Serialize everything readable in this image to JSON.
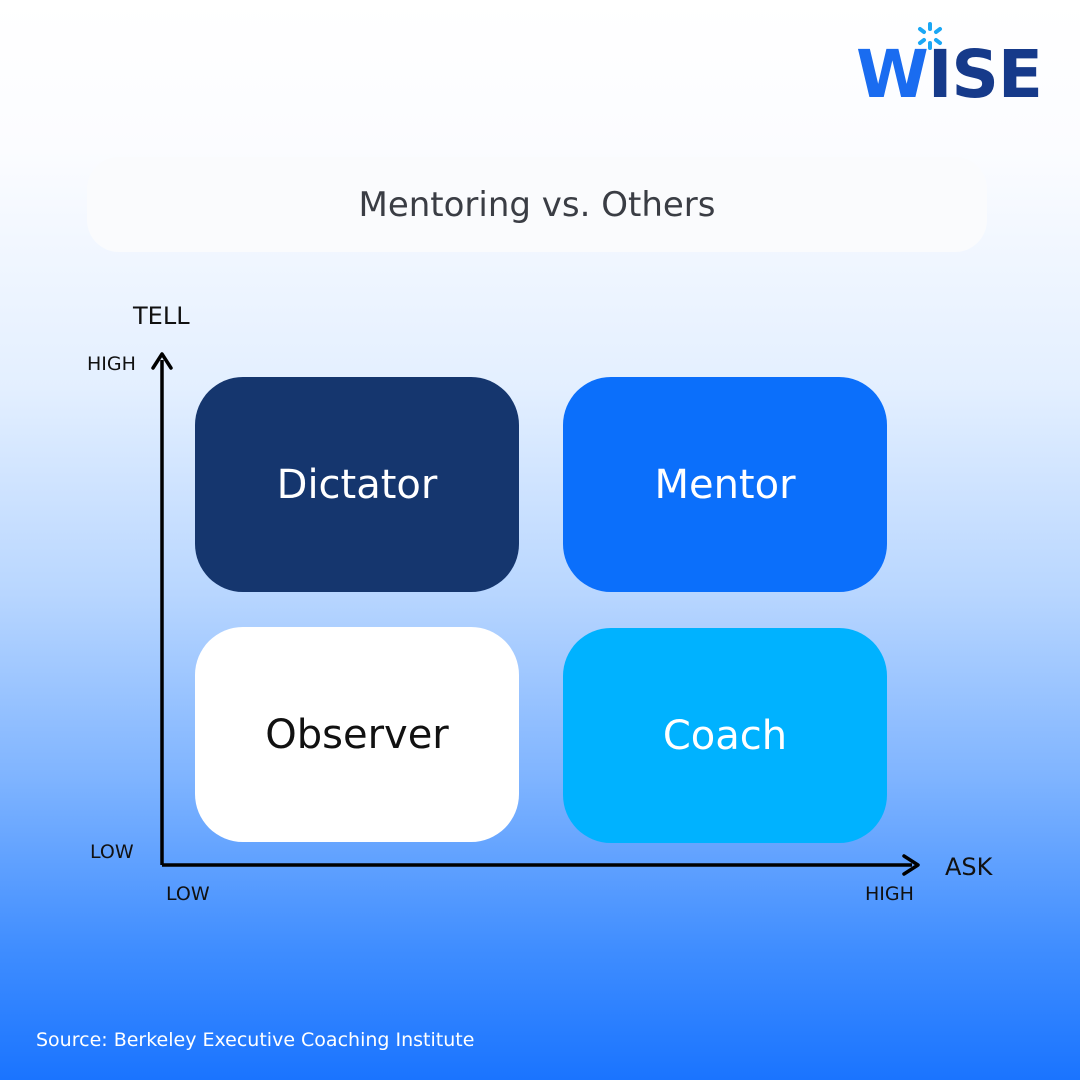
{
  "logo": {
    "prefix": "W",
    "rest": "ISE"
  },
  "title": "Mentoring vs. Others",
  "y_axis": {
    "label": "TELL",
    "high": "HIGH",
    "low": "LOW"
  },
  "x_axis": {
    "label": "ASK",
    "high": "HIGH",
    "low": "LOW"
  },
  "quadrants": {
    "top_left": {
      "label": "Dictator",
      "color": "#15366e"
    },
    "top_right": {
      "label": "Mentor",
      "color": "#0b6ffb"
    },
    "bottom_left": {
      "label": "Observer",
      "color": "#ffffff"
    },
    "bottom_right": {
      "label": "Coach",
      "color": "#00b2ff"
    }
  },
  "source": "Source: Berkeley Executive Coaching Institute"
}
